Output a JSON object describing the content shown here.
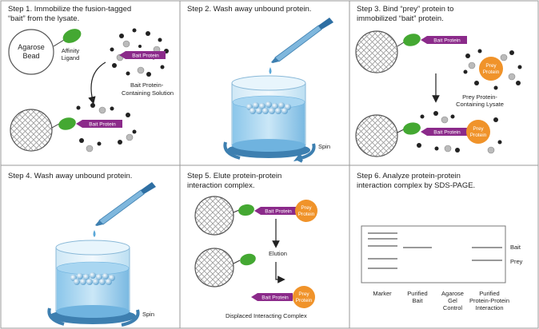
{
  "steps": [
    {
      "line1": "Step 1. Immobilize the fusion-tagged",
      "line2": "“bait” from the lysate."
    },
    {
      "line1": "Step 2. Wash away unbound protein.",
      "line2": ""
    },
    {
      "line1": "Step 3. Bind “prey” protein to",
      "line2": "immobilized “bait” protein."
    },
    {
      "line1": "Step 4. Wash away unbound protein.",
      "line2": ""
    },
    {
      "line1": "Step 5. Elute protein-protein",
      "line2": "interaction complex."
    },
    {
      "line1": "Step 6. Analyze protein-protein",
      "line2": "interaction complex by SDS-PAGE."
    }
  ],
  "labels": {
    "agarose": "Agarose",
    "bead": "Bead",
    "affinity": "Affinity",
    "ligand": "Ligand",
    "bait_protein": "Bait Protein",
    "bait_solution_1": "Bait Protein-",
    "bait_solution_2": "Containing Solution",
    "spin": "Spin",
    "prey": "Prey",
    "protein": "Protein",
    "prey_lysate_1": "Prey Protein-",
    "prey_lysate_2": "Containing Lysate",
    "elution": "Elution",
    "displaced": "Displaced Interacting Complex"
  },
  "gel": {
    "band_labels": [
      "Bait",
      "Prey"
    ],
    "lanes": [
      {
        "line1": "Marker",
        "line2": "",
        "line3": ""
      },
      {
        "line1": "Purified",
        "line2": "Bait",
        "line3": ""
      },
      {
        "line1": "Agarose",
        "line2": "Gel",
        "line3": "Control"
      },
      {
        "line1": "Purified",
        "line2": "Protein-Protein",
        "line3": "Interaction"
      }
    ]
  },
  "colors": {
    "bait": "#8B2A8A",
    "prey": "#F0932A",
    "ligand": "#44A832",
    "water": "#8EC9EA",
    "frame": "#9A9A9A"
  }
}
